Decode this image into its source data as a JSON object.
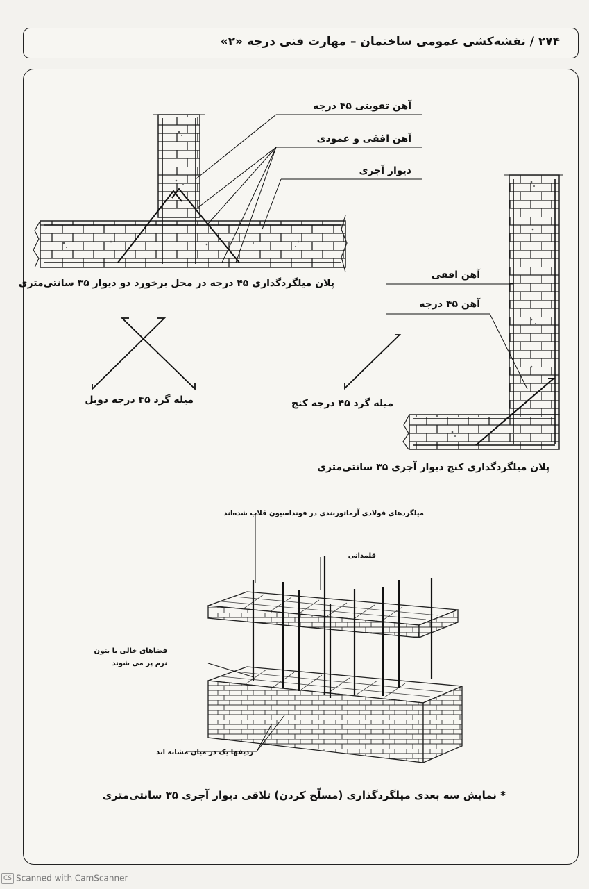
{
  "header": {
    "title": "۲۷۴ / نقشه‌کشی عمومی ساختمان – مهارت فنی درجه «۲»"
  },
  "figure1": {
    "labels": [
      "آهن تقویتی ۴۵ درجه",
      "آهن افقی و عمودی",
      "دیوار آجری"
    ],
    "caption": "پلان میلگردگذاری ۴۵ درجه در محل برخورد دو دیوار ۳۵ سانتی‌متری"
  },
  "figure2": {
    "labels": [
      "آهن افقی",
      "آهن ۴۵ درجه"
    ],
    "caption": "پلان میلگردگذاری کنج دیوار آجری ۳۵ سانتی‌متری"
  },
  "bars": {
    "dowel_caption": "میله گرد ۴۵ درجه دوبل",
    "corner_caption": "میله گرد ۴۵ درجه کنج"
  },
  "figure3": {
    "label_bars": "میلگردهای فولادی آرماتوربندی در فونداسیون قلاب شده‌اند",
    "label_pillar": "قلمدانی",
    "label_voids_1": "فضاهای خالی با بتون",
    "label_voids_2": "نرم پر می شوند",
    "label_courses": "ردیفها یک در میان مشابه اند",
    "caption": "* نمایش سه بعدی میلگردگذاری (مسلّح کردن) تلاقی دیوار آجری ۳۵ سانتی‌متری"
  },
  "footer": {
    "text": "Scanned with CamScanner",
    "icon": "CS"
  }
}
